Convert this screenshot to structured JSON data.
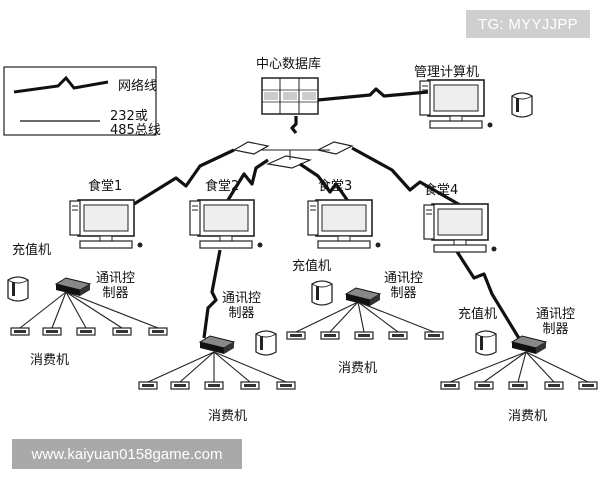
{
  "legend": {
    "network_line": "网络线",
    "bus_line_1": "232或",
    "bus_line_2": "485总线"
  },
  "center": {
    "database": "中心数据库",
    "admin_pc": "管理计算机"
  },
  "canteens": [
    "食堂1",
    "食堂2",
    "食堂3",
    "食堂4"
  ],
  "labels": {
    "recharge": "充值机",
    "comm_controller_1": "通讯控",
    "comm_controller_2": "制器",
    "consumer": "消费机"
  },
  "watermarks": {
    "tg": "TG: MYYJJPP",
    "url": "www.kaiyuan0158game.com"
  }
}
